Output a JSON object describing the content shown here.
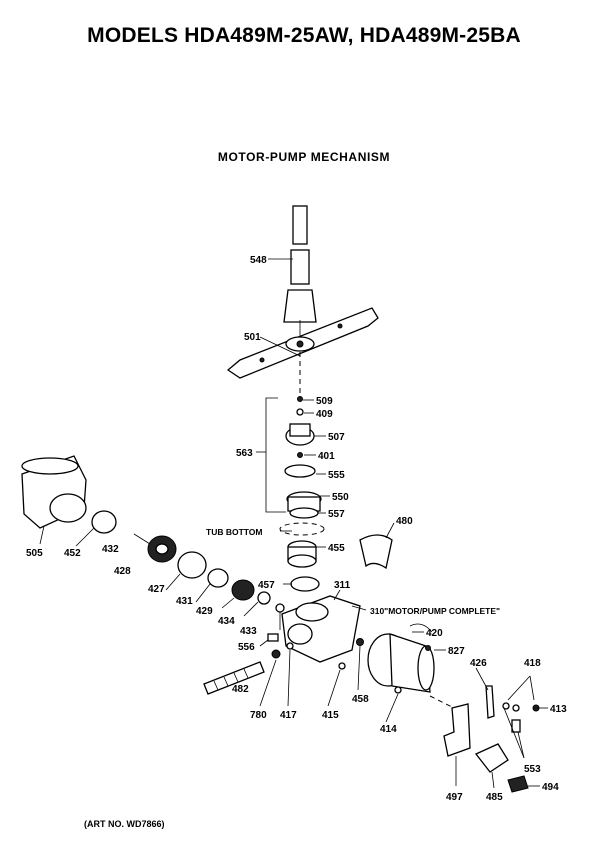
{
  "title": "MODELS HDA489M-25AW, HDA489M-25BA",
  "subtitle": "MOTOR-PUMP MECHANISM",
  "art_number": "(ART NO. WD7866)",
  "callouts": {
    "p548": "548",
    "p501": "501",
    "p509": "509",
    "p409": "409",
    "p563": "563",
    "p507": "507",
    "p401": "401",
    "p555": "555",
    "p550": "550",
    "p557": "557",
    "tub_bottom": "TUB BOTTOM",
    "p455": "455",
    "p480": "480",
    "p505": "505",
    "p452": "452",
    "p432": "432",
    "p428": "428",
    "p427": "427",
    "p431": "431",
    "p429": "429",
    "p434": "434",
    "p457": "457",
    "p311": "311",
    "p310": "310\"MOTOR/PUMP COMPLETE\"",
    "p433": "433",
    "p420": "420",
    "p556": "556",
    "p827": "827",
    "p426": "426",
    "p418": "418",
    "p482": "482",
    "p780": "780",
    "p417": "417",
    "p415": "415",
    "p458": "458",
    "p414": "414",
    "p413": "413",
    "p553": "553",
    "p494": "494",
    "p497": "497",
    "p485": "485"
  }
}
